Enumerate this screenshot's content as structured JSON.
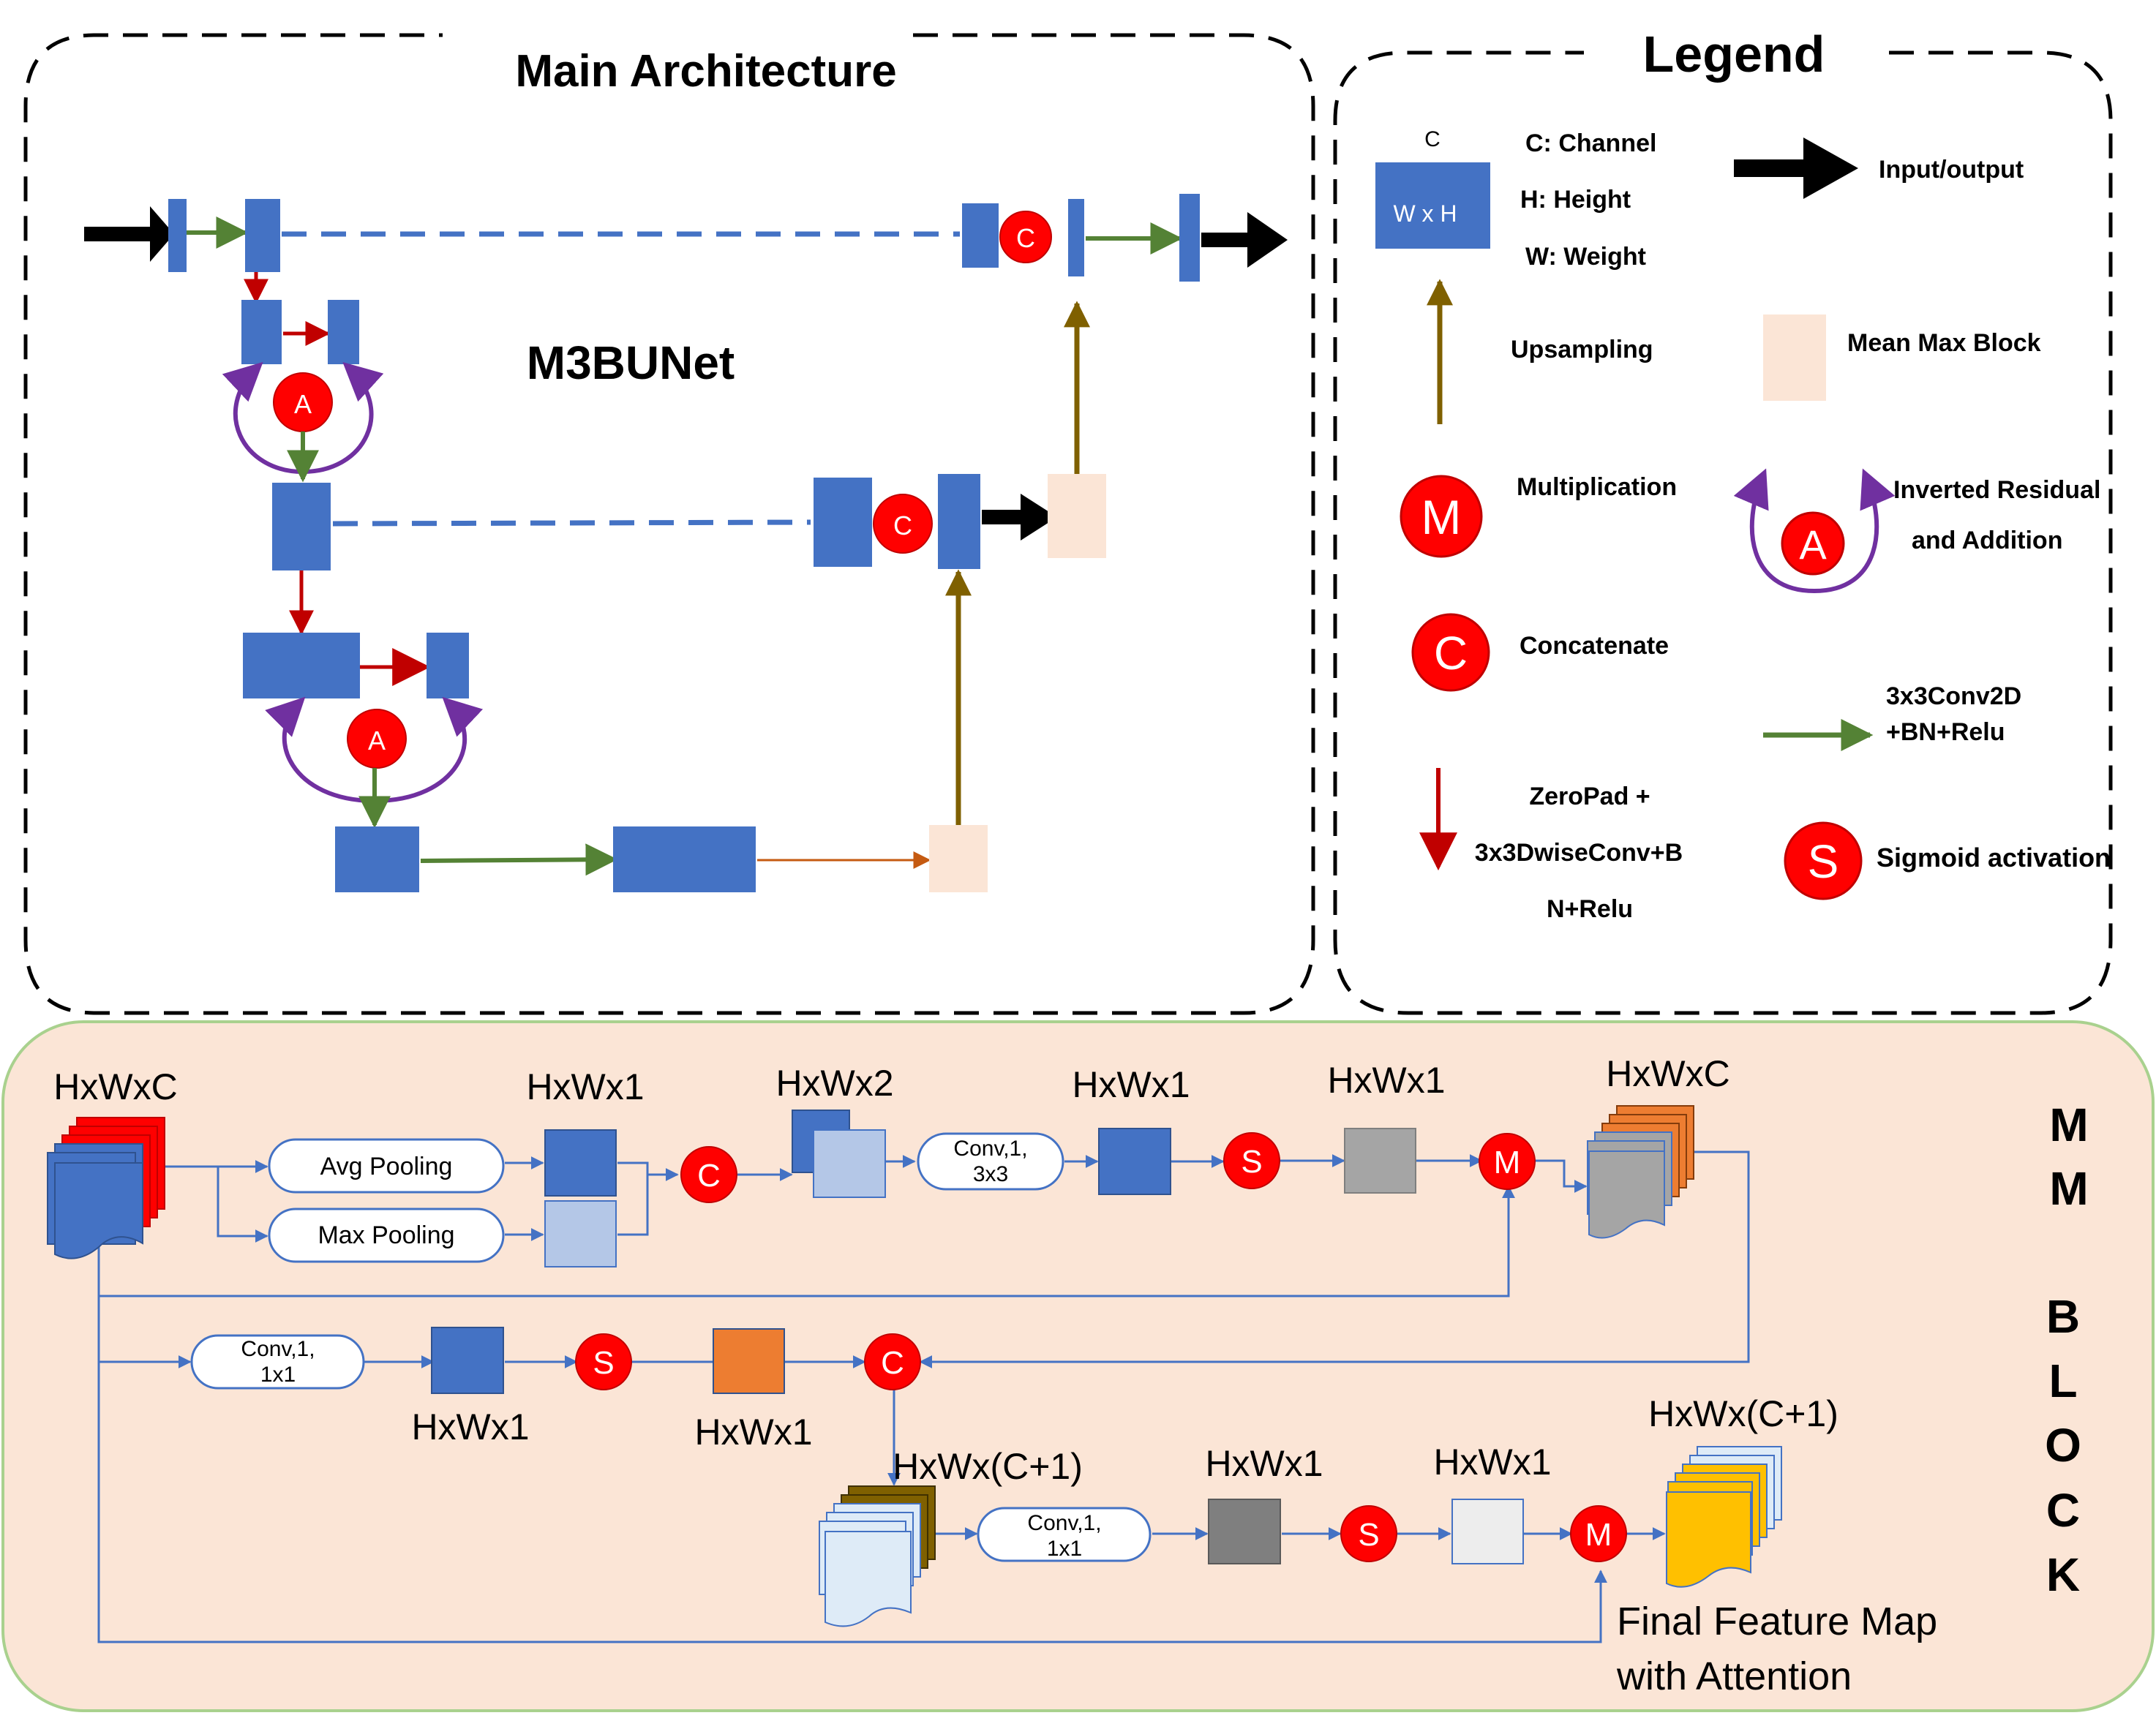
{
  "main": {
    "title": "Main Architecture",
    "model_name": "M3BUNet",
    "concat_symbol": "C",
    "attention_symbol": "A"
  },
  "legend": {
    "title": "Legend",
    "block": {
      "top_label": "C",
      "inner_label": "W x H"
    },
    "channel": "C: Channel",
    "height": "H: Height",
    "weight": "W: Weight",
    "input_output": "Input/output",
    "upsampling": "Upsampling",
    "mean_max_block": "Mean Max Block",
    "multiplication": {
      "symbol": "M",
      "label": "Multiplication"
    },
    "inverted_residual": {
      "symbol": "A",
      "line1": "Inverted Residual",
      "line2": "and Addition"
    },
    "concatenate": {
      "symbol": "C",
      "label": "Concatenate"
    },
    "conv2d": {
      "line1": "3x3Conv2D",
      "line2": "+BN+Relu"
    },
    "zeropad": {
      "line1": "ZeroPad +",
      "line2": "3x3DwiseConv+B",
      "line3": "N+Relu"
    },
    "sigmoid": {
      "symbol": "S",
      "label": "Sigmoid activation"
    }
  },
  "mm_block": {
    "side_title": [
      "M",
      "M",
      "B",
      "L",
      "O",
      "C",
      "K"
    ],
    "input_dim": "HxWxC",
    "avg_pooling": "Avg Pooling",
    "max_pooling": "Max Pooling",
    "dim_avg": "HxWx1",
    "dim_concat": "HxWx2",
    "conv_3x3": [
      "Conv,1,",
      "3x3"
    ],
    "dim_conv": "HxWx1",
    "dim_sigmoid": "HxWx1",
    "dim_mult": "HxWxC",
    "conv_1x1_a": [
      "Conv,1,",
      "1x1"
    ],
    "dim_conv_a": "HxWx1",
    "dim_sig_a": "HxWx1",
    "dim_concat_b": "HxWx(C+1)",
    "conv_1x1_b": [
      "Conv,1,",
      "1x1"
    ],
    "dim_conv_b": "HxWx1",
    "dim_sig_b": "HxWx1",
    "dim_final": "HxWx(C+1)",
    "final_label": [
      "Final Feature Map",
      "with Attention"
    ],
    "symbols": {
      "concat": "C",
      "sigmoid": "S",
      "mult": "M"
    }
  }
}
